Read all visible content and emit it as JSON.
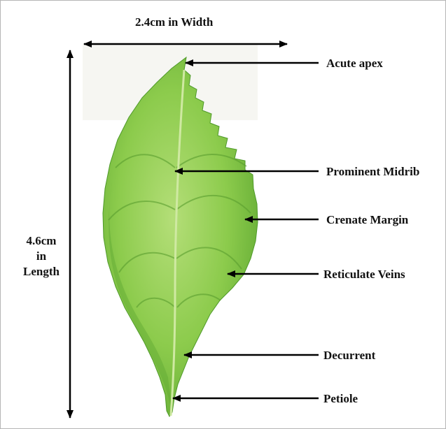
{
  "dimensions": {
    "width_label": "2.4cm in Width",
    "length_label_lines": [
      "4.6cm",
      "in",
      "Length"
    ]
  },
  "parts": [
    {
      "id": "acute-apex",
      "label": "Acute apex"
    },
    {
      "id": "prominent-midrib",
      "label": "Prominent Midrib"
    },
    {
      "id": "crenate-margin",
      "label": "Crenate Margin"
    },
    {
      "id": "reticulate-veins",
      "label": "Reticulate Veins"
    },
    {
      "id": "decurrent",
      "label": "Decurrent"
    },
    {
      "id": "petiole",
      "label": "Petiole"
    }
  ],
  "colors": {
    "leaf_light": "#a9d86a",
    "leaf_mid": "#79bf3e",
    "leaf_dark": "#4f9a2a",
    "arrow": "#000000"
  }
}
